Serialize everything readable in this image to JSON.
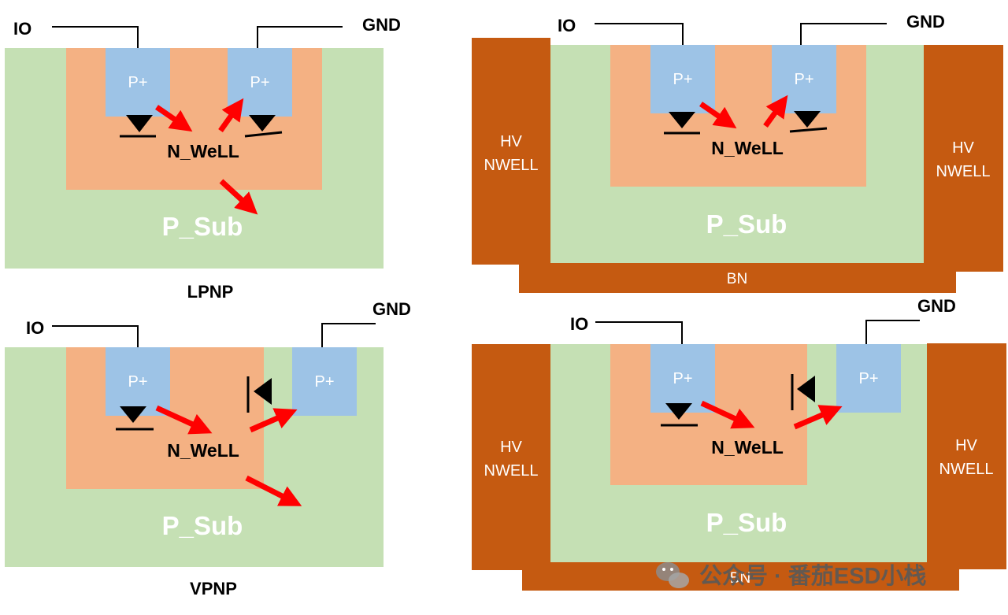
{
  "colors": {
    "psub": "#c5e0b4",
    "nwell": "#f4b183",
    "pplus": "#9dc3e6",
    "hvnwell": "#c55a11",
    "arrow": "#ff0000",
    "wire": "#000000",
    "white_text": "#ffffff",
    "watermark": "#595959"
  },
  "panels": {
    "lpnp": {
      "io": "IO",
      "gnd": "GND",
      "p_plus_left": "P+",
      "p_plus_right": "P+",
      "n_well": "N_WeLL",
      "p_sub": "P_Sub",
      "caption": "LPNP"
    },
    "vpnp": {
      "io": "IO",
      "gnd": "GND",
      "p_plus_left": "P+",
      "p_plus_right": "P+",
      "n_well": "N_WeLL",
      "p_sub": "P_Sub",
      "caption": "VPNP"
    },
    "hv_lpnp": {
      "io": "IO",
      "gnd": "GND",
      "p_plus_left": "P+",
      "p_plus_right": "P+",
      "n_well": "N_WeLL",
      "p_sub": "P_Sub",
      "hv_left_1": "HV",
      "hv_left_2": "NWELL",
      "hv_right_1": "HV",
      "hv_right_2": "NWELL",
      "bn": "BN"
    },
    "hv_vpnp": {
      "io": "IO",
      "gnd": "GND",
      "p_plus_left": "P+",
      "p_plus_right": "P+",
      "n_well": "N_WeLL",
      "p_sub": "P_Sub",
      "hv_left_1": "HV",
      "hv_left_2": "NWELL",
      "hv_right_1": "HV",
      "hv_right_2": "NWELL",
      "bn": "BN"
    }
  },
  "watermark": {
    "icon": "wechat-icon",
    "text": "公众号 · 番茄ESD小栈"
  }
}
